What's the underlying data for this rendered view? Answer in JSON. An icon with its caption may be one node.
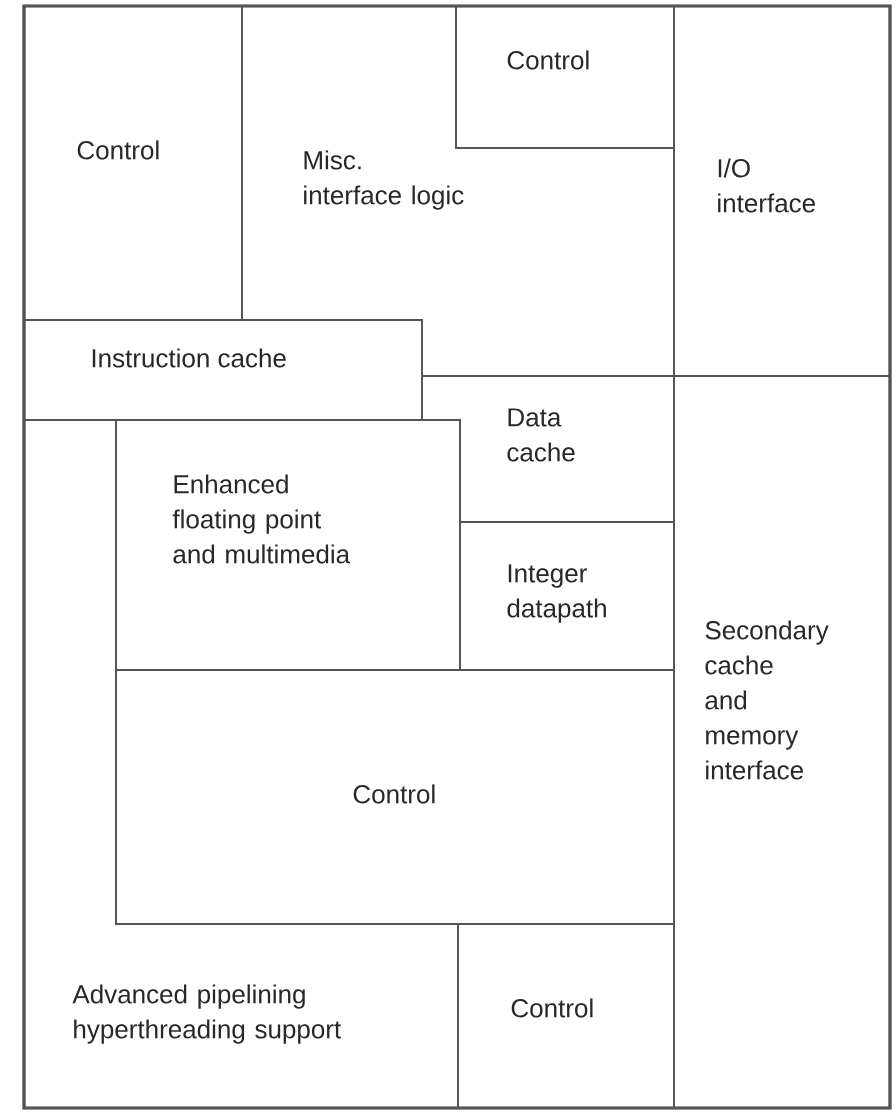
{
  "diagram": {
    "nodes": [
      {
        "text": [
          "Control"
        ]
      },
      {
        "text": [
          "Misc. interface logic"
        ]
      },
      {
        "text": [
          "Control"
        ]
      },
      {
        "text": [
          "I/O interface"
        ]
      },
      {
        "text": [
          "Instruction cache"
        ]
      },
      {
        "text": [
          "Data cache"
        ]
      },
      {
        "text": [
          "Enhanced floating point and multimedia"
        ]
      },
      {
        "text": [
          "Integer datapath"
        ]
      },
      {
        "text": [
          "Secondary cache and memory interface"
        ]
      },
      {
        "text": [
          "Control"
        ]
      },
      {
        "text": [
          "Advanced pipelining hyperthreading support"
        ]
      },
      {
        "text": [
          "Control"
        ]
      }
    ]
  }
}
